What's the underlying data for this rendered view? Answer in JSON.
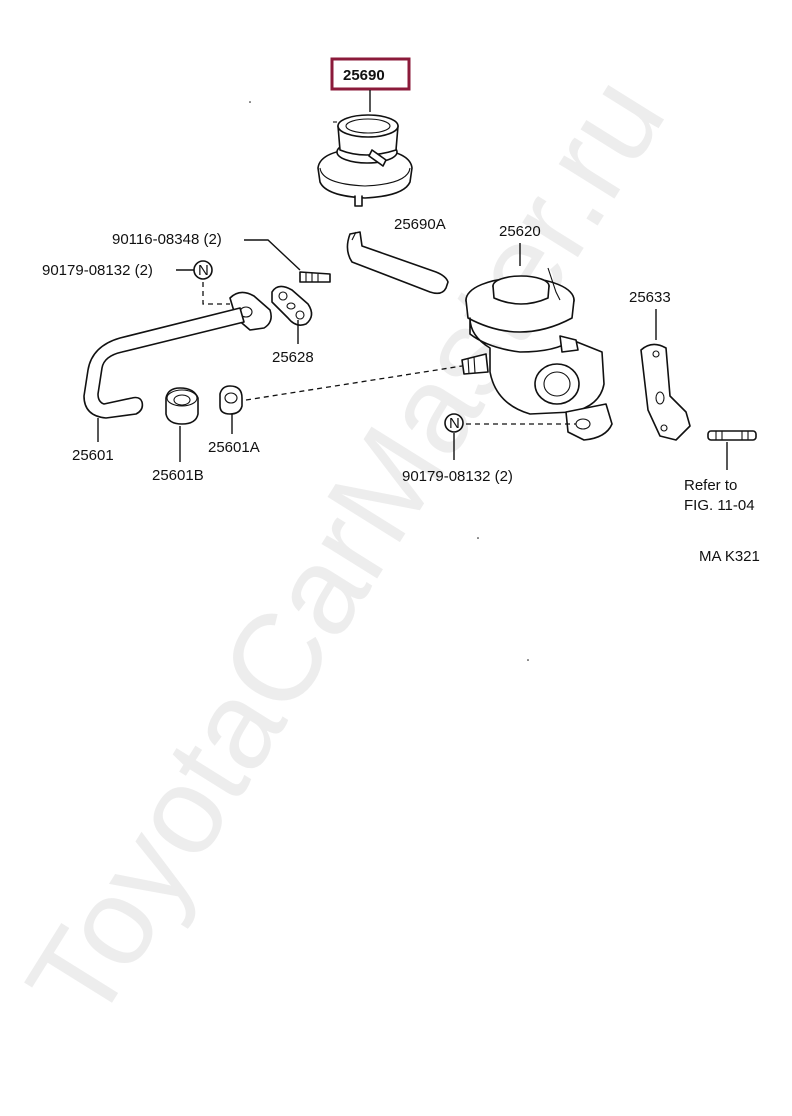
{
  "highlight_color": "#8b1a3a",
  "labels": {
    "p25690": "25690",
    "p25690A": "25690A",
    "p25620": "25620",
    "p25633": "25633",
    "p90116": "90116-08348 (2)",
    "p90179_top": "90179-08132 (2)",
    "p25628": "25628",
    "p25601": "25601",
    "p25601B": "25601B",
    "p25601A": "25601A",
    "p90179_bottom": "90179-08132 (2)",
    "refer_line1": "Refer  to",
    "refer_line2": "FIG. 11-04",
    "fig_code": "MA  K321",
    "n_symbol": "N"
  },
  "watermark": "ToyotaCarMaster.ru"
}
